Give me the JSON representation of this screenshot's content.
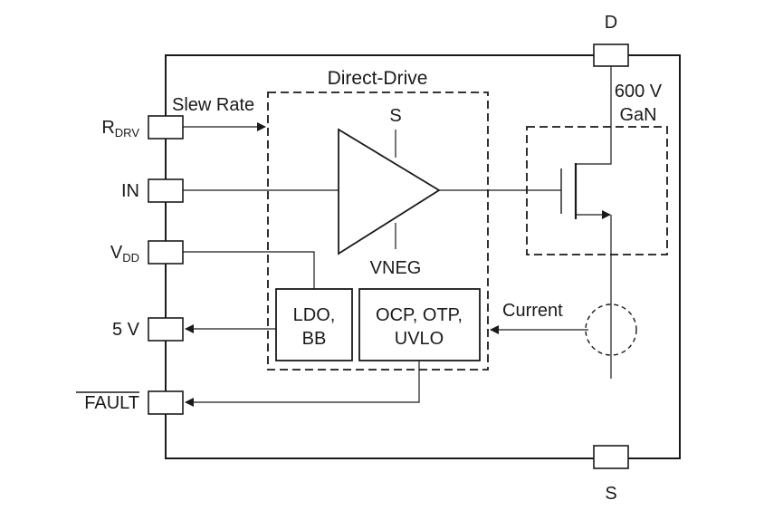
{
  "pins": {
    "drain": "D",
    "source": "S",
    "rdrv_main": "R",
    "rdrv_sub": "DRV",
    "in": "IN",
    "vdd_main": "V",
    "vdd_sub": "DD",
    "five_v": "5 V",
    "fault": "FAULT"
  },
  "labels": {
    "slew_rate": "Slew Rate",
    "direct_drive": "Direct-Drive",
    "driver_supply": "S",
    "vneg": "VNEG",
    "ldo_line1": "LDO,",
    "ldo_line2": "BB",
    "prot_line1": "OCP, OTP,",
    "prot_line2": "UVLO",
    "current": "Current",
    "gan_line1": "600 V",
    "gan_line2": "GaN"
  }
}
